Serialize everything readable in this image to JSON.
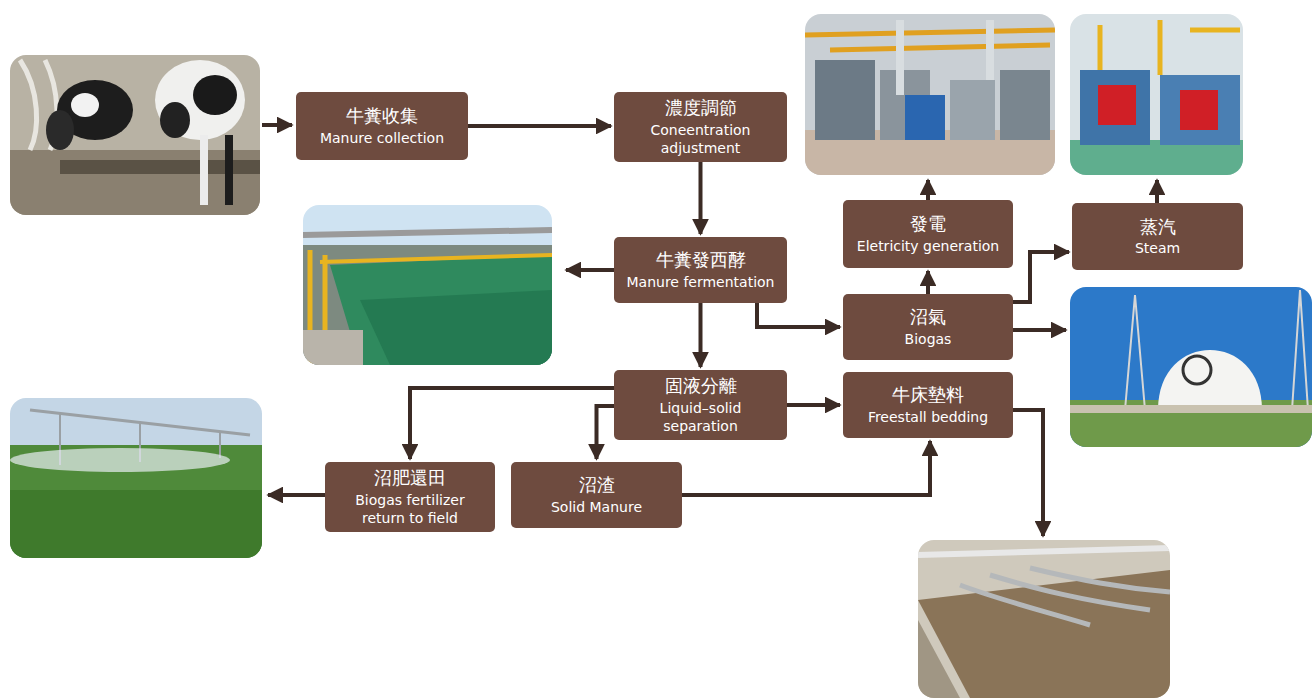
{
  "diagram": {
    "nodes": [
      {
        "text": [
          "牛糞收集",
          "Manure collection"
        ]
      },
      {
        "text": [
          "濃度調節",
          "Coneentration adjustment"
        ]
      },
      {
        "text": [
          "牛糞發西酵",
          "Manure fermentation"
        ]
      },
      {
        "text": [
          "發電",
          "Eletricity generation"
        ]
      },
      {
        "text": [
          "蒸汽",
          "Steam"
        ]
      },
      {
        "text": [
          "沼氣",
          "Biogas"
        ]
      },
      {
        "text": [
          "固液分離",
          "Liquid–solid separation"
        ]
      },
      {
        "text": [
          "牛床墊料",
          "Freestall bedding"
        ]
      },
      {
        "text": [
          "沼肥還田",
          "Biogas fertilizer return to field"
        ]
      },
      {
        "text": [
          "沼渣",
          "Solid Manure"
        ]
      }
    ],
    "edges": [
      {
        "from": 0,
        "to": 1,
        "arrow": "to"
      },
      {
        "from": 1,
        "to": 2,
        "arrow": "to"
      },
      {
        "from": 2,
        "to": 5,
        "arrow": "to"
      },
      {
        "from": 2,
        "to": 6,
        "arrow": "to"
      },
      {
        "from": 5,
        "to": 3,
        "arrow": "to"
      },
      {
        "from": 5,
        "to": 4,
        "arrow": "to"
      },
      {
        "from": 6,
        "to": 7,
        "arrow": "to"
      },
      {
        "from": 6,
        "to": 8,
        "arrow": "to"
      },
      {
        "from": 6,
        "to": 9,
        "arrow": "to"
      },
      {
        "from": 9,
        "to": 7,
        "arrow": "to"
      }
    ]
  }
}
